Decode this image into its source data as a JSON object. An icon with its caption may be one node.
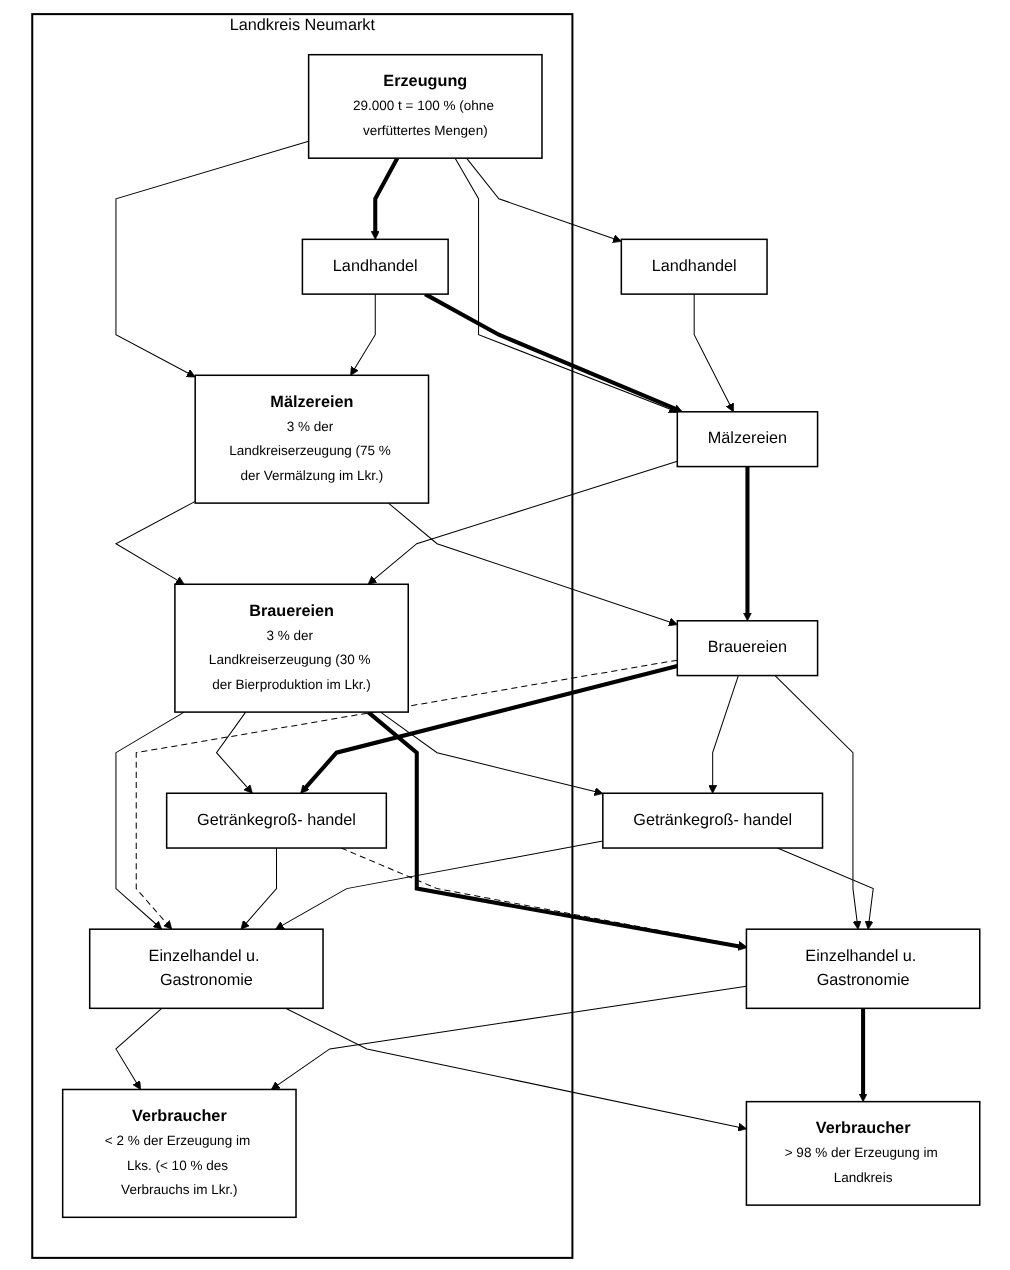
{
  "diagram": {
    "nodes": [
      {
        "text": [
          "Landkreis Neumarkt"
        ]
      },
      {
        "text": [
          "Erzeugung",
          "29.000 t = 100 % (ohne verfüttertes Mengen)"
        ],
        "in": 0
      },
      {
        "text": [
          "Landhandel"
        ],
        "in": 0
      },
      {
        "text": [
          "Landhandel"
        ]
      },
      {
        "text": [
          "Mälzereien",
          "3 % der Landkreiserzeugung (75 % der Vermälzung im Lkr.)"
        ],
        "in": 0
      },
      {
        "text": [
          "Mälzereien"
        ]
      },
      {
        "text": [
          "Brauereien",
          "3 % der Landkreiserzeugung (30 % der Bierproduktion im Lkr.)"
        ],
        "in": 0
      },
      {
        "text": [
          "Brauereien"
        ]
      },
      {
        "text": [
          "Getränkegroß- handel"
        ],
        "in": 0
      },
      {
        "text": [
          "Getränkegroß- handel"
        ]
      },
      {
        "text": [
          "Einzelhandel u. Gastronomie"
        ],
        "in": 0
      },
      {
        "text": [
          "Einzelhandel u. Gastronomie"
        ]
      },
      {
        "text": [
          "Verbraucher",
          "< 2 % der Erzeugung im Lks. (< 10 % des Verbrauchs im Lkr.)"
        ],
        "in": 0
      },
      {
        "text": [
          "Verbraucher",
          "> 98 % der Erzeugung im Landkreis"
        ]
      }
    ],
    "edges": [
      {
        "from": 1,
        "to": 2,
        "arrow": "to",
        "style": "thick"
      },
      {
        "from": 1,
        "to": 3,
        "arrow": "to"
      },
      {
        "from": 1,
        "to": 5,
        "arrow": "to"
      },
      {
        "from": 1,
        "to": 4,
        "arrow": "to"
      },
      {
        "from": 2,
        "to": 4,
        "arrow": "to"
      },
      {
        "from": 2,
        "to": 5,
        "arrow": "to",
        "style": "thick"
      },
      {
        "from": 3,
        "to": 5,
        "arrow": "to"
      },
      {
        "from": 5,
        "to": 7,
        "arrow": "to",
        "style": "thick"
      },
      {
        "from": 4,
        "to": 6,
        "arrow": "to"
      },
      {
        "from": 4,
        "to": 7,
        "arrow": "to"
      },
      {
        "from": 5,
        "to": 6,
        "arrow": "to"
      },
      {
        "from": 6,
        "to": 8,
        "arrow": "to"
      },
      {
        "from": 6,
        "to": 10,
        "arrow": "to"
      },
      {
        "from": 6,
        "to": 9,
        "arrow": "to"
      },
      {
        "from": 6,
        "to": 11,
        "arrow": "to",
        "style": "thick"
      },
      {
        "from": 7,
        "to": 8,
        "arrow": "to",
        "style": "thick"
      },
      {
        "from": 7,
        "to": 10,
        "arrow": "to",
        "style": "dashed"
      },
      {
        "from": 7,
        "to": 9,
        "arrow": "to"
      },
      {
        "from": 7,
        "to": 11,
        "arrow": "to"
      },
      {
        "from": 8,
        "to": 10,
        "arrow": "to"
      },
      {
        "from": 8,
        "to": 11,
        "arrow": "to",
        "style": "dashed"
      },
      {
        "from": 9,
        "to": 10,
        "arrow": "to"
      },
      {
        "from": 9,
        "to": 11,
        "arrow": "to"
      },
      {
        "from": 10,
        "to": 12,
        "arrow": "to"
      },
      {
        "from": 10,
        "to": 13,
        "arrow": "to"
      },
      {
        "from": 11,
        "to": 12,
        "arrow": "to"
      },
      {
        "from": 11,
        "to": 13,
        "arrow": "to",
        "style": "thick"
      }
    ]
  }
}
